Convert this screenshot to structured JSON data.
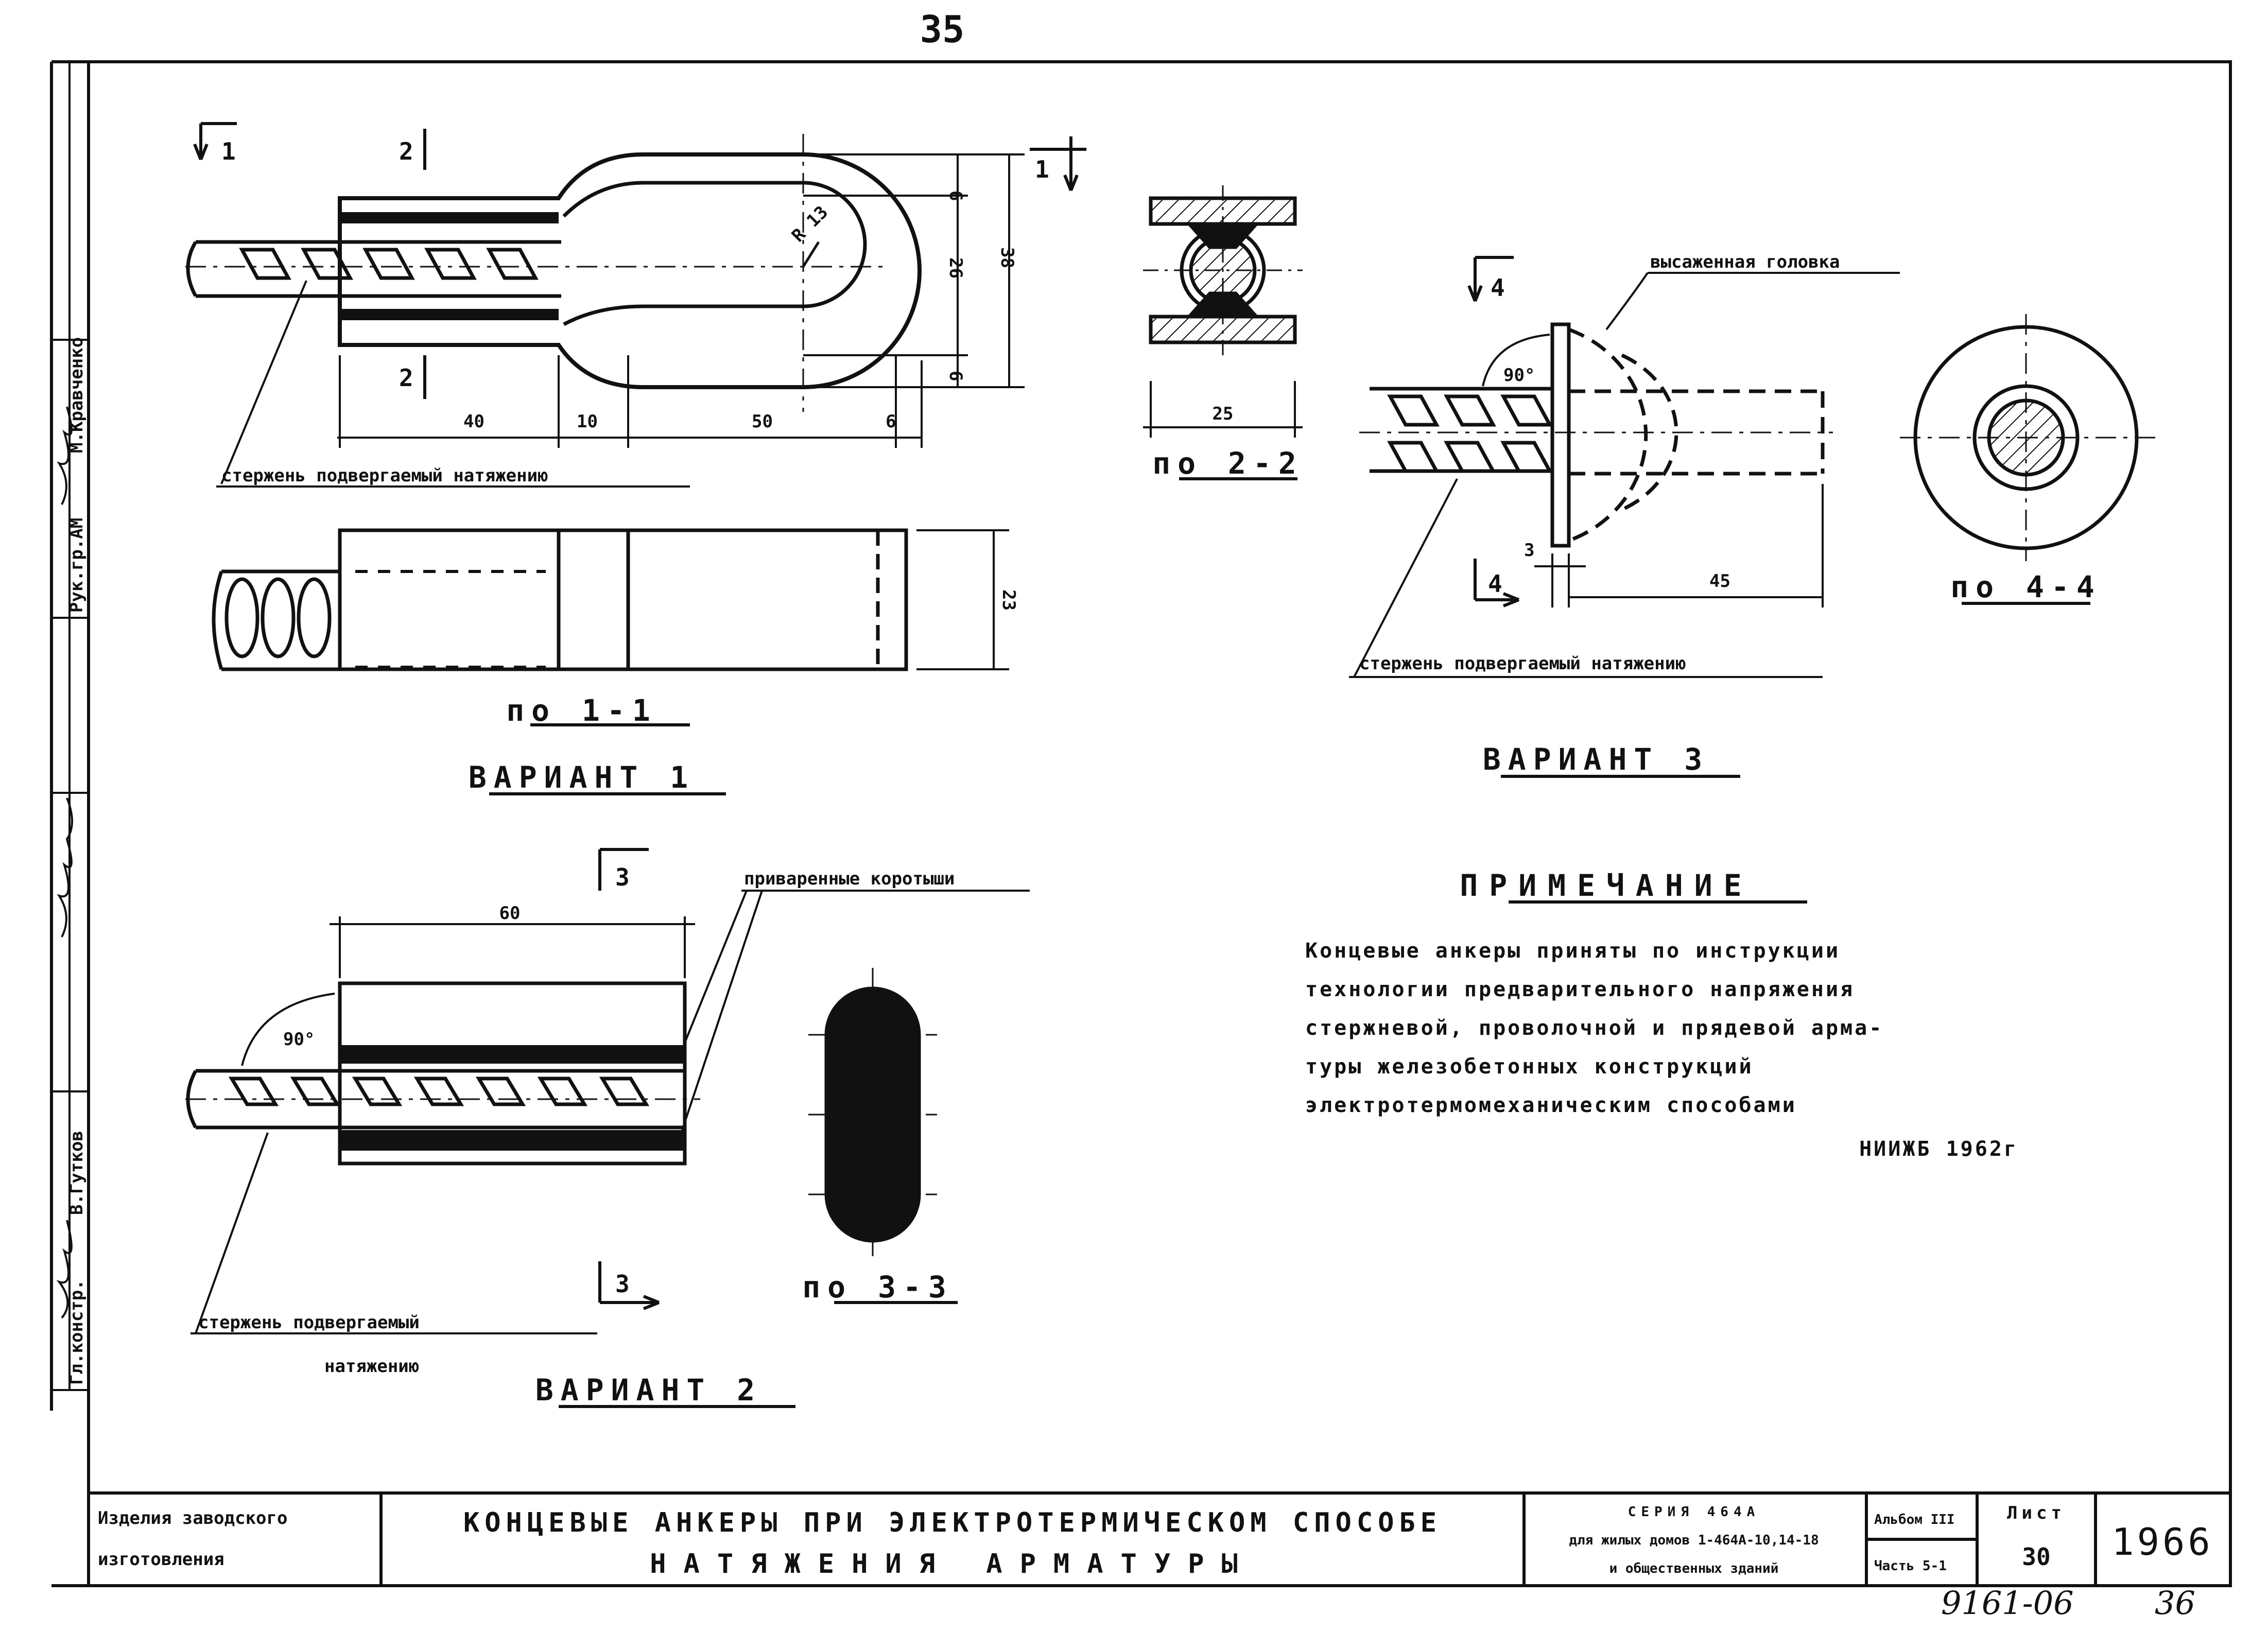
{
  "page_number_top": "35",
  "variant_1": {
    "title": "ВАРИАНТ 1",
    "section_1_1": "по 1-1",
    "section_2_2": "по 2-2",
    "cut_1_left": "1",
    "cut_1_right": "1",
    "cut_2_top": "2",
    "cut_2_bottom": "2",
    "radius_label": "R 13",
    "dims": {
      "d40": "40",
      "d10": "10",
      "d50": "50",
      "d6": "6",
      "d6_top": "6",
      "d6_bottom": "6",
      "d26": "26",
      "d38": "38",
      "d23": "23",
      "d25": "25"
    },
    "rod_label": "стержень подвергаемый натяжению"
  },
  "variant_2": {
    "title": "ВАРИАНТ 2",
    "section_3_3": "по 3-3",
    "cut_3_top": "3",
    "cut_3_bottom": "3",
    "angle": "90°",
    "dim_60": "60",
    "welded_label": "приваренные коротыши",
    "rod_label_1": "стержень подвергаемый",
    "rod_label_2": "натяжению"
  },
  "variant_3": {
    "title": "ВАРИАНТ 3",
    "section_4_4": "по 4-4",
    "cut_4_top": "4",
    "cut_4_bottom": "4",
    "angle": "90°",
    "upset_label": "высаженная головка",
    "dim_3": "3",
    "dim_45": "45",
    "rod_label": "стержень подвергаемый натяжению"
  },
  "note": {
    "heading": "ПРИМЕЧАНИЕ",
    "lines": [
      "Концевые  анкеры приняты  по инструкции",
      "технологии предварительного напряжения",
      "стержневой, проволочной и прядевой арма-",
      "туры железобетонных конструкций",
      "электротермомеханическим способами"
    ],
    "source": "НИИЖБ 1962г"
  },
  "side_stamp": {
    "rukgram": "Рук.гр.АМ",
    "kravchenko": "М.Кравченко",
    "gutkov": "В.Гутков",
    "gl_konstr": "Гл.констр."
  },
  "title_block": {
    "left_1": "Изделия заводского",
    "left_2": "изготовления",
    "main_1": "КОНЦЕВЫЕ АНКЕРЫ ПРИ ЭЛЕКТРОТЕРМИЧЕСКОМ СПОСОБЕ",
    "main_2": "НАТЯЖЕНИЯ АРМАТУРЫ",
    "series_1": "СЕРИЯ 464А",
    "series_2": "для жилых домов 1-464А-10,14-18",
    "series_3": "и общественных зданий",
    "album": "Альбом III",
    "part": "Часть 5-1",
    "sheet_label": "Лист",
    "sheet_no": "30",
    "year": "1966"
  },
  "footer_handwritten": "9161-06",
  "footer_page": "36",
  "colors": {
    "ink": "#111111",
    "paper": "#ffffff"
  }
}
